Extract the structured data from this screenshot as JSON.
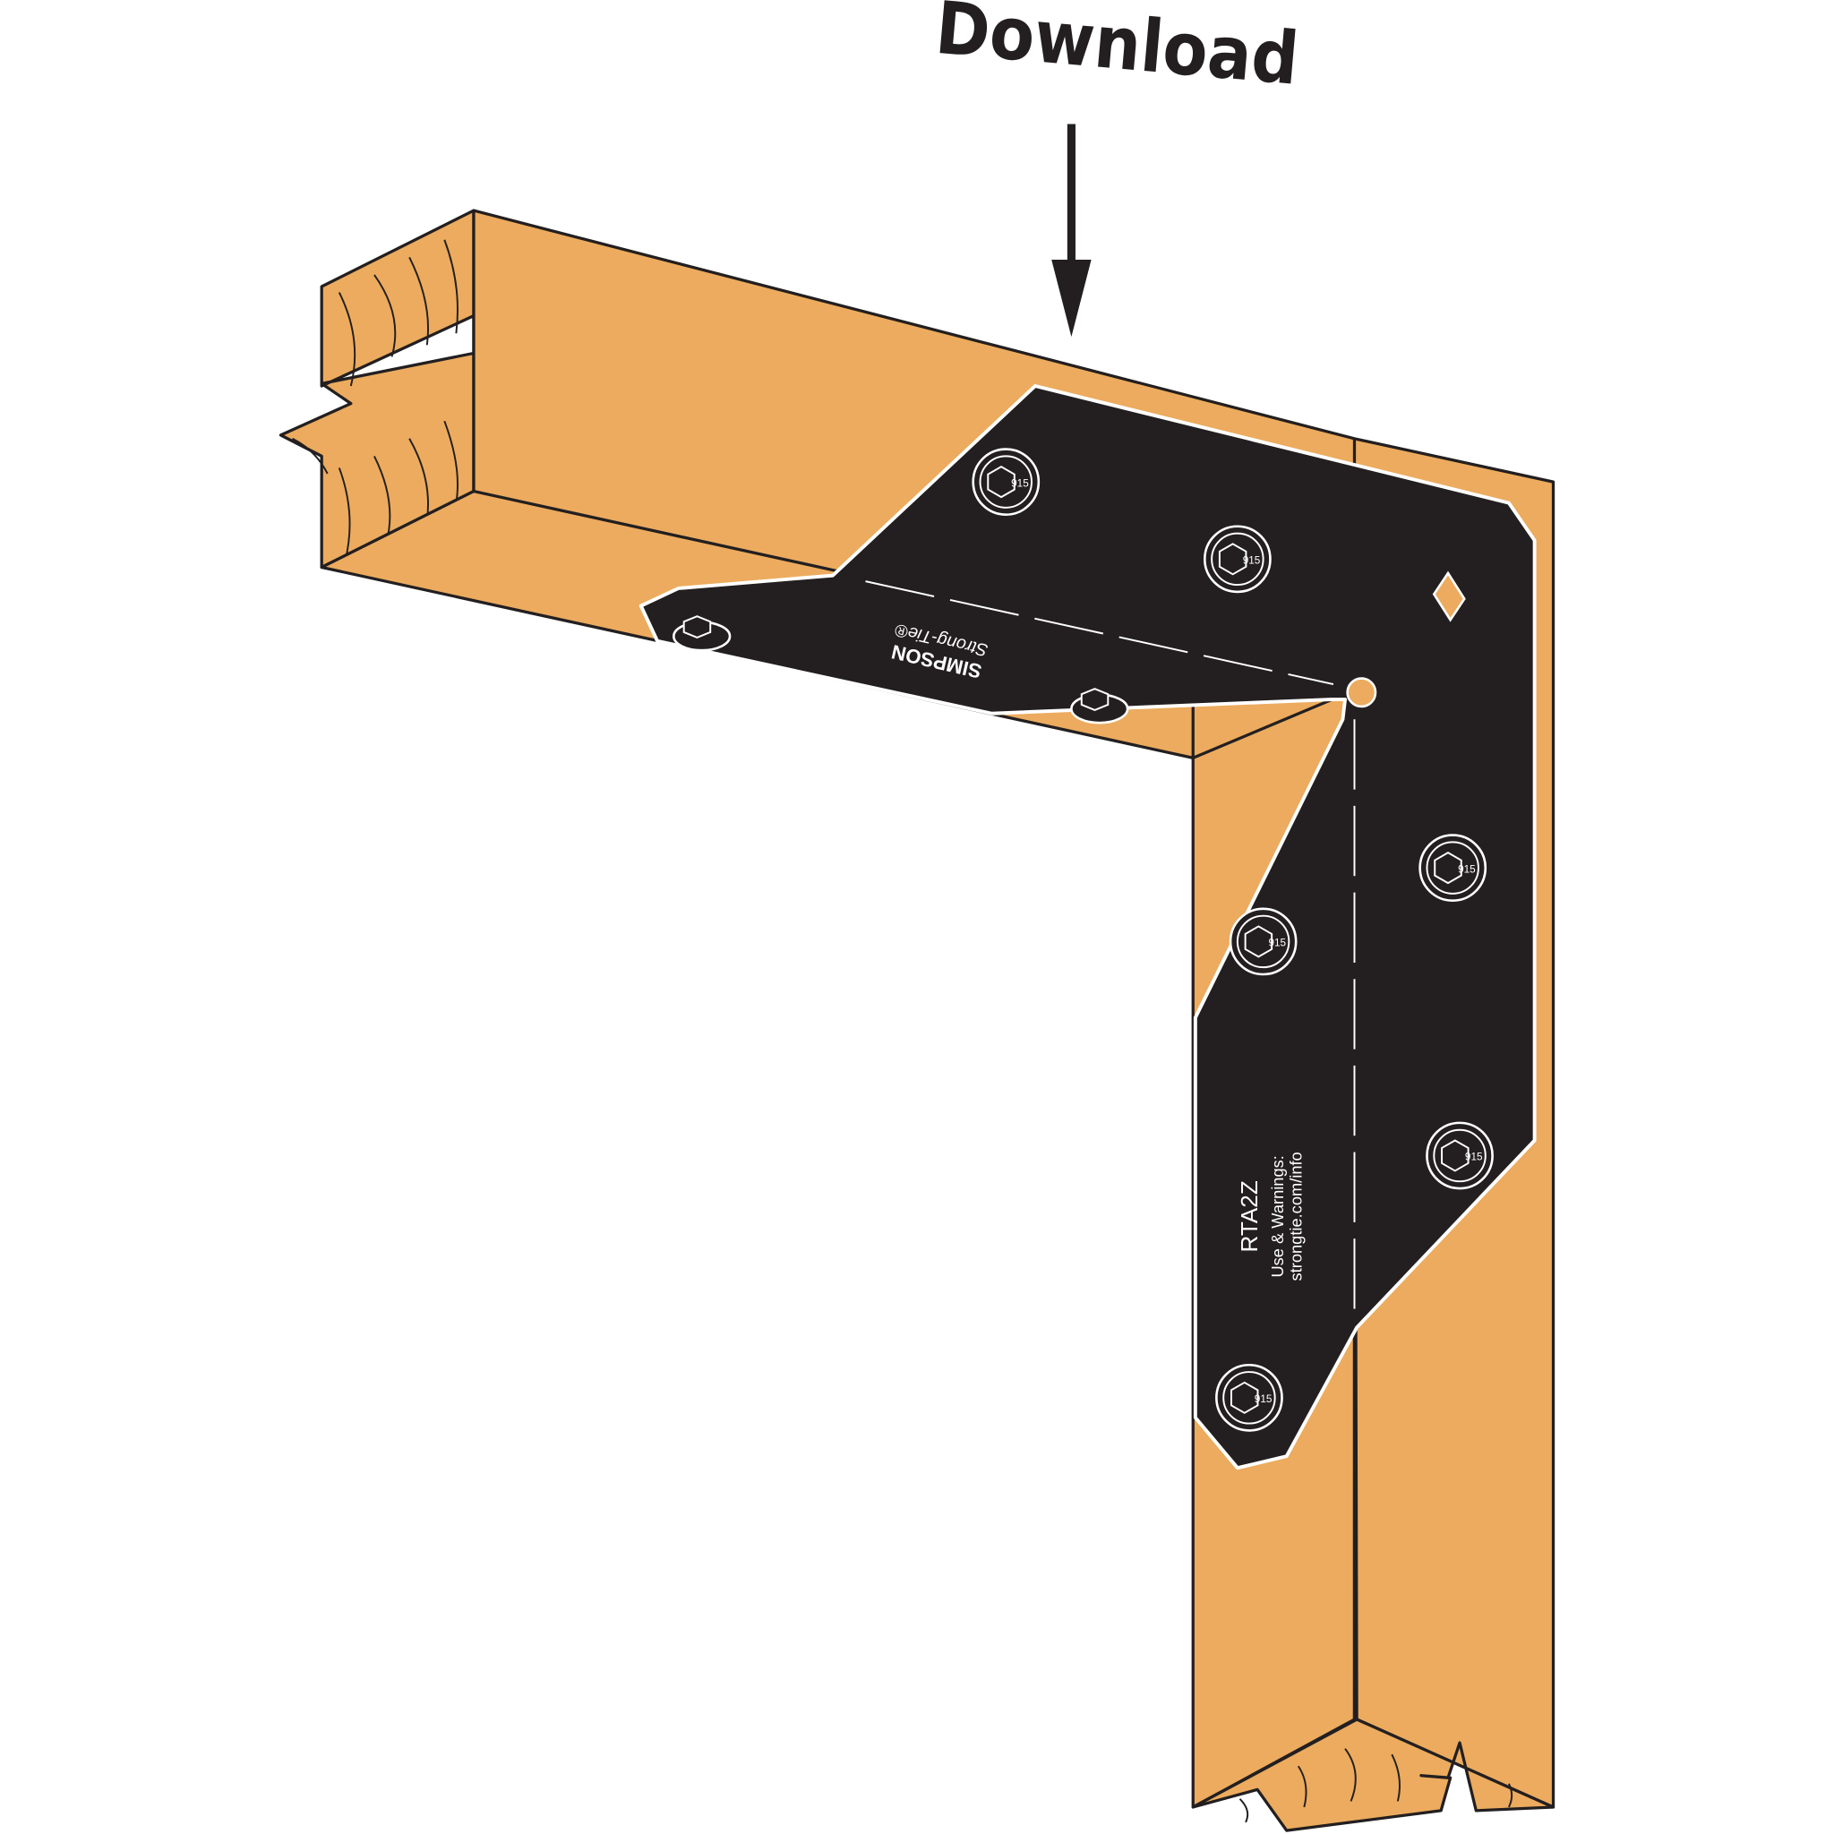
{
  "title": "Download",
  "colors": {
    "wood": "#ECAB5E",
    "plate": "#231F20",
    "outline": "#231F20",
    "highlight": "#FFFFFF"
  },
  "icons": {
    "arrow": "arrow-down-icon"
  },
  "plate": {
    "model": "RTA2Z",
    "warning_line1": "Use & Warnings:",
    "warning_line2": "strongtie.com/info",
    "brand_line1": "SIMPSON",
    "brand_line2": "Strong-Tie®"
  },
  "bolt_label": "915"
}
